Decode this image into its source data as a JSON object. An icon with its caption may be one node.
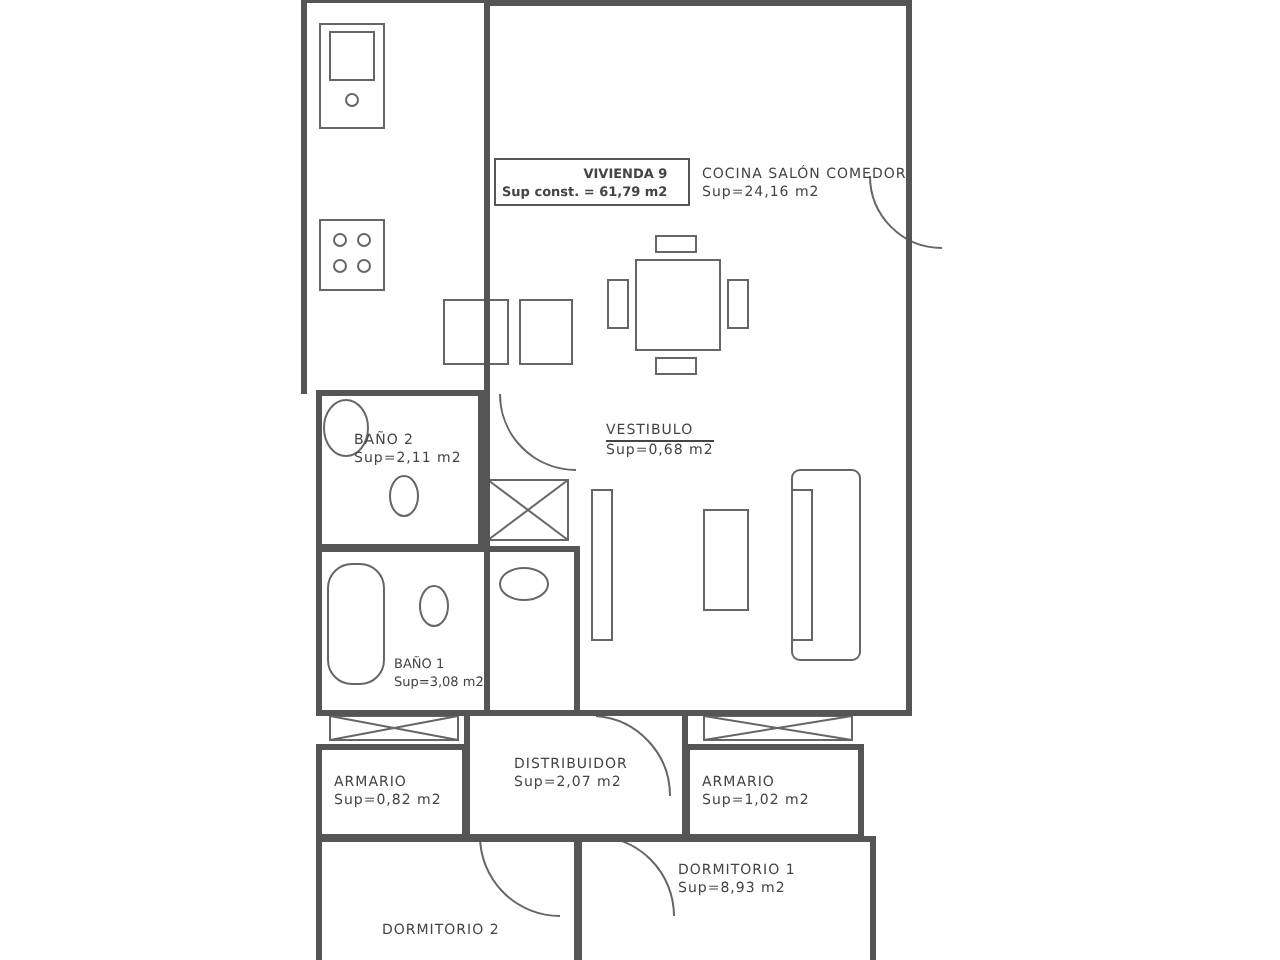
{
  "diagram": {
    "nodes": [
      {
        "text": [
          "COCINA SALÓN COMEDOR",
          "Sup=24,16 m2"
        ]
      },
      {
        "text": [
          "VIVIENDA 9",
          "Sup const. = 61,79 m2"
        ],
        "in": 0
      },
      {
        "text": [
          "VESTIBULO",
          "Sup=0,68 m2"
        ],
        "in": 0
      },
      {
        "text": [
          "BAÑO 2",
          "Sup=2,11 m2"
        ]
      },
      {
        "text": [
          "BAÑO 1",
          "Sup=3,08 m2"
        ]
      },
      {
        "text": [
          "ARMARIO",
          "Sup=0,82 m2"
        ]
      },
      {
        "text": [
          "DISTRIBUIDOR",
          "Sup=2,07 m2"
        ]
      },
      {
        "text": [
          "ARMARIO",
          "Sup=1,02 m2"
        ]
      },
      {
        "text": [
          "DORMITORIO 1",
          "Sup=8,93 m2"
        ]
      },
      {
        "text": [
          "DORMITORIO 2"
        ]
      }
    ]
  }
}
